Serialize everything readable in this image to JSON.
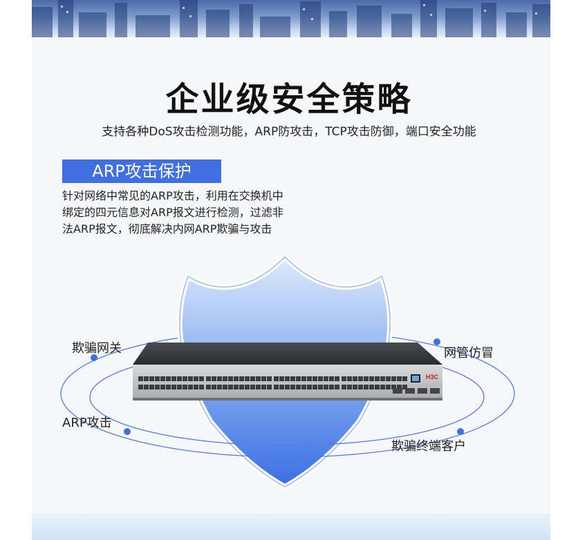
{
  "title": "企业级安全策略",
  "subtitle": "支持各种DoS攻击检测功能，ARP防攻击，TCP攻击防御，端口安全功能",
  "section": {
    "tag": "ARP攻击保护",
    "desc_lines": [
      "针对网络中常见的ARP攻击，利用在交换机中",
      "绑定的四元信息对ARP报文进行检测，过滤非",
      "法ARP报文，彻底解决内网ARP欺骗与攻击"
    ]
  },
  "diagram": {
    "labels": {
      "gateway": "欺骗网关",
      "arp_attack": "ARP攻击",
      "network_spoof": "网管仿冒",
      "client_spoof": "欺骗终端客户"
    },
    "device_logo": "H3C"
  },
  "colors": {
    "accent": "#3f6fe0",
    "shield_top": "#c9dcf7",
    "shield_bottom": "#3f74e3",
    "orbit": "#4d7ce6"
  }
}
